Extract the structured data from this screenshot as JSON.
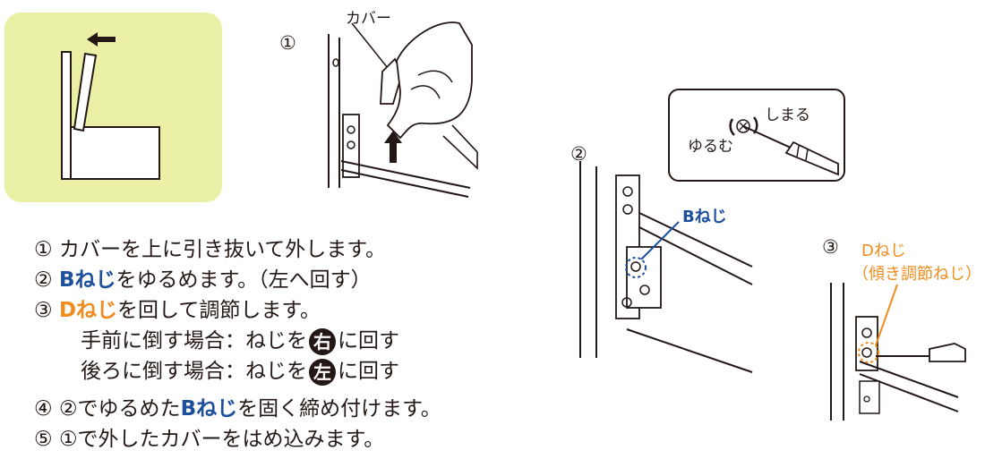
{
  "labels": {
    "cover": "カバー",
    "num1": "①",
    "num2": "②",
    "num3": "③",
    "tighten": "しまる",
    "loosen": "ゆるむ",
    "b_screw": "Bねじ",
    "d_screw": "Dねじ",
    "d_screw_note": "（傾き調節ねじ）"
  },
  "steps": [
    {
      "num": "①",
      "text": "カバーを上に引き抜いて外します。"
    },
    {
      "num": "②",
      "em": "Bねじ",
      "text": "をゆるめます。（左へ回す）"
    },
    {
      "num": "③",
      "em": "Dねじ",
      "text": "を回して調節します。"
    },
    {
      "text_a": "手前に倒す場合：ねじを",
      "badge": "右",
      "text_b": "に回す"
    },
    {
      "text_a": "後ろに倒す場合：ねじを",
      "badge": "左",
      "text_b": "に回す"
    },
    {
      "num": "④",
      "pre": "②でゆるめた",
      "em": "Bねじ",
      "text": "を固く締め付けます。"
    },
    {
      "num": "⑤",
      "text": "①で外したカバーをはめ込みます。"
    }
  ],
  "colors": {
    "panel": "#eaf0a6",
    "blue": "#1d4f9c",
    "orange": "#f08c1e",
    "ink": "#231815"
  }
}
